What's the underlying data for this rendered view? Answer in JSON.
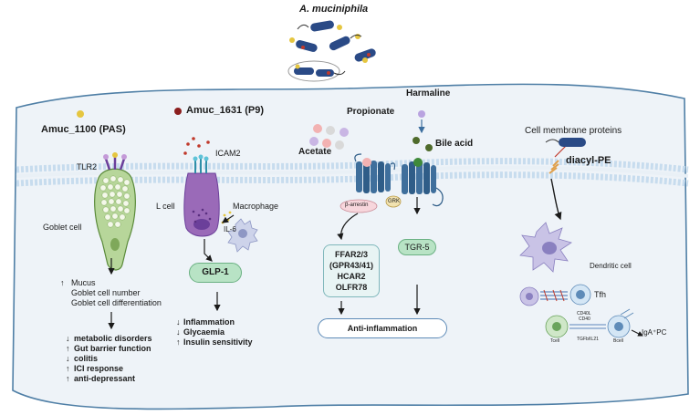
{
  "title": "A. muciniphila",
  "left": {
    "protein": "Amuc_1100 (PAS)",
    "receptor": "TLR2",
    "cell": "Goblet cell",
    "effects": [
      {
        "arrow": "↑",
        "text": "Mucus"
      },
      {
        "arrow": "",
        "text": "Goblet cell number"
      },
      {
        "arrow": "",
        "text": "Goblet cell differentiation"
      }
    ],
    "outcomes": [
      {
        "arrow": "↓",
        "text": "metabolic disorders"
      },
      {
        "arrow": "↑",
        "text": "Gut barrier function"
      },
      {
        "arrow": "↓",
        "text": "colitis"
      },
      {
        "arrow": "↑",
        "text": "ICI response"
      },
      {
        "arrow": "↑",
        "text": "anti-depressant"
      }
    ]
  },
  "middle_left": {
    "protein": "Amuc_1631 (P9)",
    "receptor": "ICAM2",
    "cell": "L cell",
    "macrophage": "Macrophage",
    "cytokine": "IL-6",
    "hormone": "GLP-1",
    "outcomes": [
      {
        "arrow": "↓",
        "text": "Inflammation"
      },
      {
        "arrow": "↓",
        "text": "Glycaemia"
      },
      {
        "arrow": "↑",
        "text": "Insulin sensitivity"
      }
    ]
  },
  "middle": {
    "metabolite_1": "Propionate",
    "metabolite_2": "Acetate",
    "metabolite_3": "Harmaline",
    "metabolite_4": "Bile acid",
    "adaptor": "β-arrestin",
    "kinase": "GRK",
    "receptors_box": [
      "FFAR2/3",
      "(GPR43/41)",
      "HCAR2",
      "OLFR78"
    ],
    "receptor_tgr5": "TGR-5",
    "outcome": "Anti-inflammation"
  },
  "right": {
    "header": "Cell membrane proteins",
    "lipid": "diacyl-PE",
    "cell_1": "Dendritic cell",
    "cell_2": "Tfh",
    "cell_3": "IgA⁺PC",
    "micro_labels": [
      "CD40L",
      "CD40",
      "Tcell",
      "TGFb/IL21",
      "Bcell"
    ]
  },
  "colors": {
    "membrane_fill": "#eef3f8",
    "membrane_stroke": "#4f7fa6",
    "lipid_head": "#b9d6ee",
    "receptor_blue": "#3f6f9c",
    "goblet_green": "#b7d69a",
    "lcell_purple": "#9a6ab8",
    "glp1_green": "#b8e3c5",
    "ffar_box": "#e8f4f4"
  }
}
